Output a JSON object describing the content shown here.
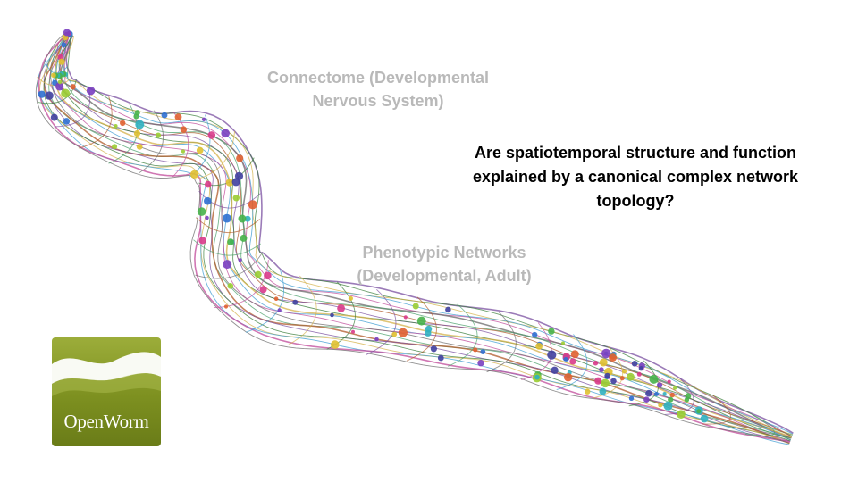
{
  "labels": {
    "connectome_line1": "Connectome (Developmental",
    "connectome_line2": "Nervous System)",
    "phenotypic_line1": "Phenotypic Networks",
    "phenotypic_line2": "(Developmental, Adult)"
  },
  "question": {
    "line1": "Are spatiotemporal structure and function",
    "line2": "explained by a canonical complex network",
    "line3": "topology?"
  },
  "logo": {
    "text": "OpenWorm"
  },
  "colors": {
    "gray_label": "#b9b9b9",
    "logo_green": "#7d9020",
    "neuron_palette": [
      "#7a4fa0",
      "#3a7d3a",
      "#d4b24a",
      "#3b9bd1",
      "#c04a9a",
      "#6a6a6a",
      "#4aa06a",
      "#b05a2a"
    ]
  },
  "icons": {
    "worm": "c-elegans-connectome-illustration",
    "logo": "openworm-logo"
  }
}
